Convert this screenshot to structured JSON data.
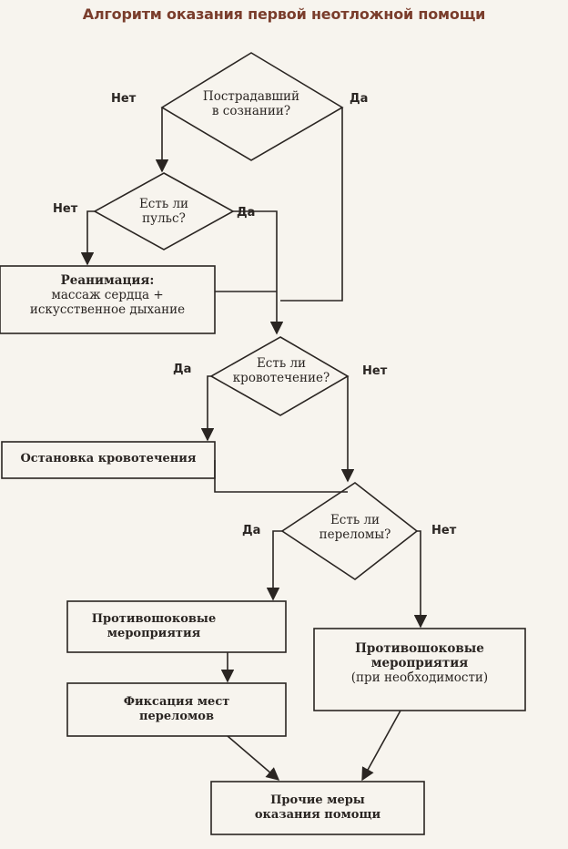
{
  "title": "Алгоритм оказания первой неотложной помощи",
  "decisions": {
    "conscious": {
      "line1": "Пострадавший",
      "line2": "в сознании?",
      "no": "Нет",
      "yes": "Да"
    },
    "pulse": {
      "line1": "Есть ли",
      "line2": "пульс?",
      "no": "Нет",
      "yes": "Да"
    },
    "bleeding": {
      "line1": "Есть ли",
      "line2": "кровотечение?",
      "yes": "Да",
      "no": "Нет"
    },
    "fractures": {
      "line1": "Есть ли",
      "line2": "переломы?",
      "yes": "Да",
      "no": "Нет"
    }
  },
  "boxes": {
    "resuscitation": {
      "title": "Реанимация:",
      "line2": "массаж сердца +",
      "line3": "искусственное дыхание"
    },
    "stop_bleeding": {
      "label": "Остановка кровотечения"
    },
    "antishock_left": {
      "line1": "Противошоковые",
      "line2": "мероприятия"
    },
    "antishock_right": {
      "line1": "Противошоковые",
      "line2": "мероприятия",
      "line3": "(при необходимости)"
    },
    "fixation": {
      "line1": "Фиксация мест",
      "line2": "переломов"
    },
    "other": {
      "line1": "Прочие меры",
      "line2": "оказания помощи"
    }
  }
}
